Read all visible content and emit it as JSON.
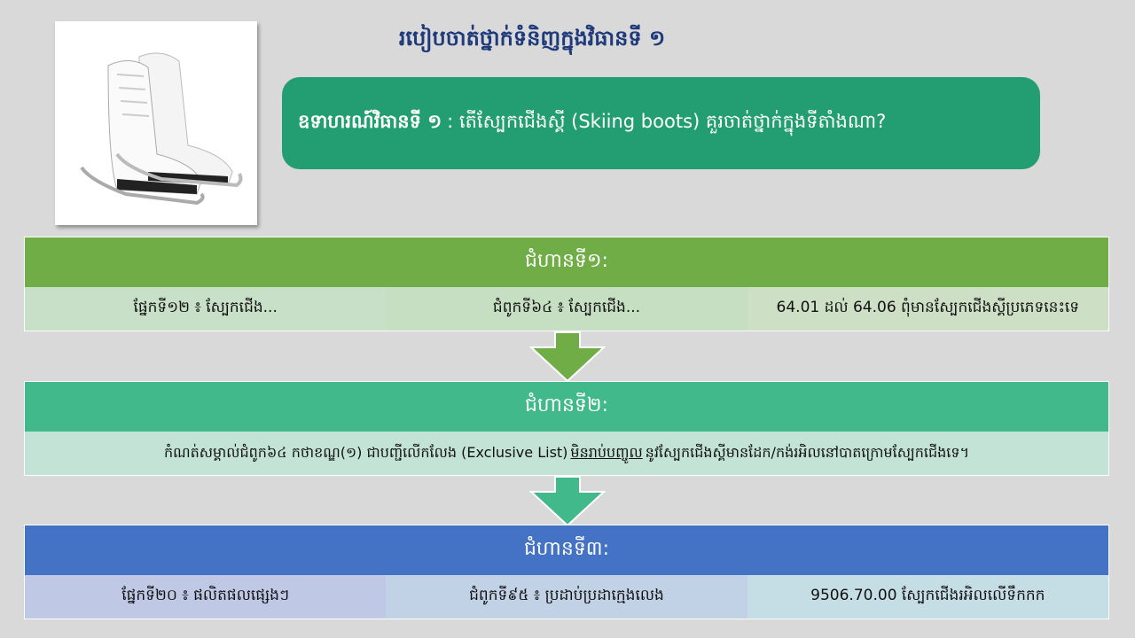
{
  "title": "របៀបចាត់ថ្នាក់ទំនិញក្នុងវិធានទី ១",
  "question": {
    "label": "ឧទាហរណ៍វិធានទី ១",
    "text": ": តើស្បែកជើងស្គី (Skiing boots) គួរចាត់ថ្នាក់ក្នុងទីតាំងណា?"
  },
  "steps": [
    {
      "header": "ជំហានទី១:",
      "cells": [
        "ផ្នែកទី១២ ៖ ស្បែកជើង...",
        "ជំពូកទី៦៤ ៖ ស្បែកជើង...",
        "64.01 ដល់ 64.06 ពុំមានស្បែកជើងស្គីប្រភេទនេះទេ"
      ]
    },
    {
      "header": "ជំហានទី២:",
      "text_before": "កំណត់សម្គាល់ជំពូក៦៤ កថាខណ្ឌ(១) ជាបញ្ជីលើកលែង (Exclusive List)",
      "text_underlined": "មិនរាប់បញ្ចូល",
      "text_after": "នូវស្បែកជើងស្គីមានដែក/កង់រអិលនៅបាតក្រោមស្បែកជើងទេ។"
    },
    {
      "header": "ជំហានទី៣:",
      "cells": [
        "ផ្នែកទី២០ ៖ ផលិតផលផ្សេងៗ",
        "ជំពូកទី៩៥ ៖  ប្រដាប់ប្រដាក្មេងលេង",
        "9506.70.00 ស្បែកជើងរអិលលើទឹកកក"
      ]
    }
  ],
  "colors": {
    "step1": "#70ad47",
    "step2": "#42b98b",
    "step3": "#4472c4",
    "question": "#239e72",
    "title": "#1f3a7a"
  }
}
